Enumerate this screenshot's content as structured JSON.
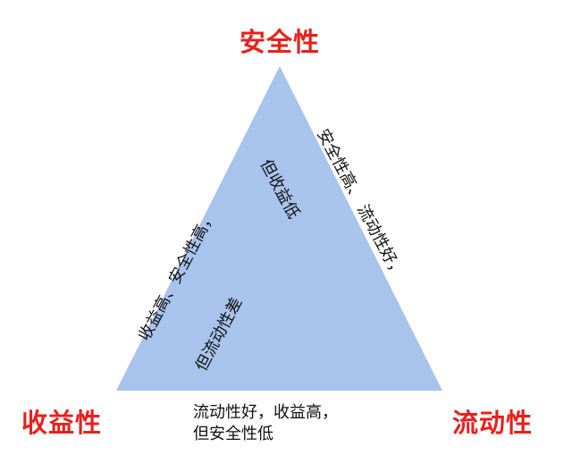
{
  "diagram": {
    "vertices": {
      "top": "安全性",
      "left": "收益性",
      "right": "流动性"
    },
    "edges": {
      "left": [
        "收益高、安全性高，",
        "但流动性差"
      ],
      "right": [
        "安全性高、 流动性好，",
        "但收益低"
      ],
      "bottom": [
        "流动性好，收益高，",
        "但安全性低"
      ]
    },
    "colors": {
      "triangle_fill": "#a8c3ec",
      "vertex_label": "#e8201c"
    }
  }
}
